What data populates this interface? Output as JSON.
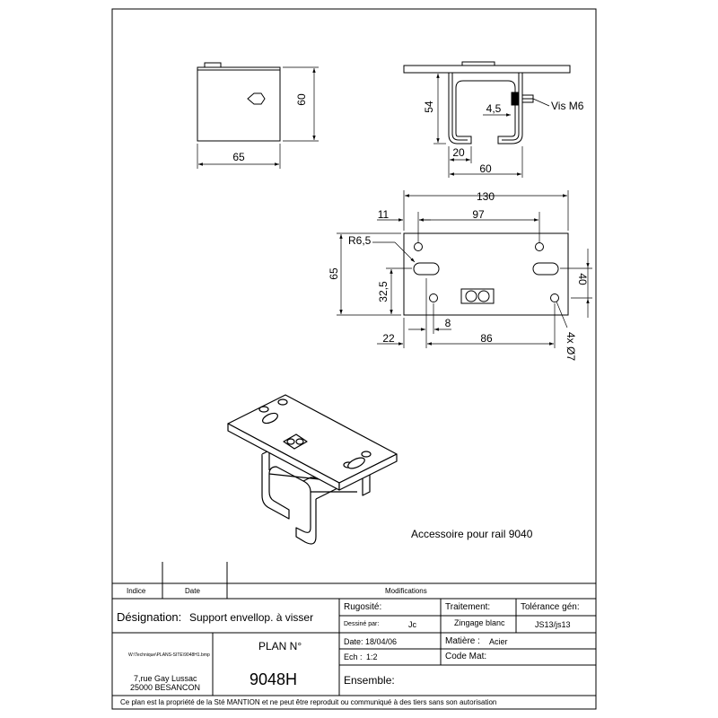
{
  "drawing": {
    "front_view": {
      "width": "65",
      "height": "60"
    },
    "side_view": {
      "height": "54",
      "offset": "4,5",
      "screw": "Vis M6",
      "inner": "20",
      "outer": "60"
    },
    "top_view": {
      "total_width": "130",
      "hole_spacing": "97",
      "edge_offset": "11",
      "radius": "R6,5",
      "height": "65",
      "slot_offset": "32,5",
      "hole_vspacing": "40",
      "left_offset": "22",
      "slot_width": "8",
      "hole_hspacing": "86",
      "holes": "4x Ø7"
    },
    "caption": "Accessoire pour rail 9040"
  },
  "title_block": {
    "rev_headers": {
      "indice": "Indice",
      "date": "Date",
      "modifications": "Modifications"
    },
    "designation_label": "Désignation:",
    "designation_value": "Support envellop. à visser",
    "rugosite_label": "Rugosité:",
    "dessine_label": "Dessiné par:",
    "dessine_value": "Jc",
    "traitement_label": "Traitement:",
    "traitement_value": "Zingage blanc",
    "tolerance_label": "Tolérance gén:",
    "tolerance_value": "JS13/js13",
    "file_path": "W:\\Technique\\PLANS-SITE\\9048H1.bmp",
    "plan_label": "PLAN N°",
    "plan_number": "9048H",
    "date_label": "Date:",
    "date_value": "18/04/06",
    "matiere_label": "Matière :",
    "matiere_value": "Acier",
    "ech_label": "Ech :",
    "ech_value": "1:2",
    "code_mat_label": "Code Mat:",
    "address_line1": "7,rue Gay Lussac",
    "address_line2": "25000 BESANCON",
    "ensemble_label": "Ensemble:",
    "footer": "Ce plan est la propriété de la Sté MANTION et ne peut être reproduit ou communiqué à des tiers sans son autorisation"
  }
}
